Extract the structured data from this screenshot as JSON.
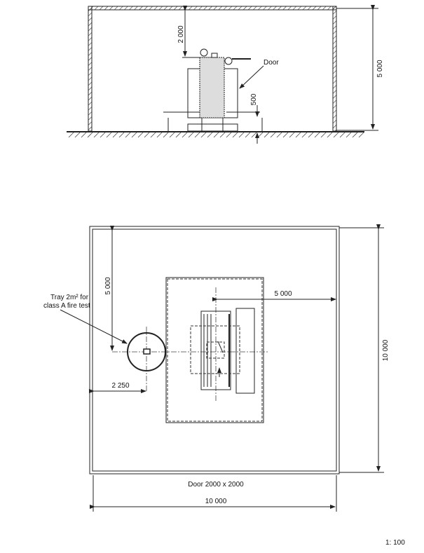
{
  "elevation": {
    "dim_height": "5 000",
    "dim_clearance_top": "2 000",
    "dim_door_height": "500",
    "door_label": "Door"
  },
  "plan": {
    "tray_label_line1": "Tray 2m² for",
    "tray_label_line2": "class A fire test",
    "dim_tray_offset_y": "5 000",
    "dim_tray_offset_x": "2 250",
    "dim_equipment_to_wall": "5 000",
    "dim_room_depth": "10 000",
    "dim_room_width": "10 000",
    "door_label": "Door 2000 x 2000"
  },
  "scale": "1: 100"
}
